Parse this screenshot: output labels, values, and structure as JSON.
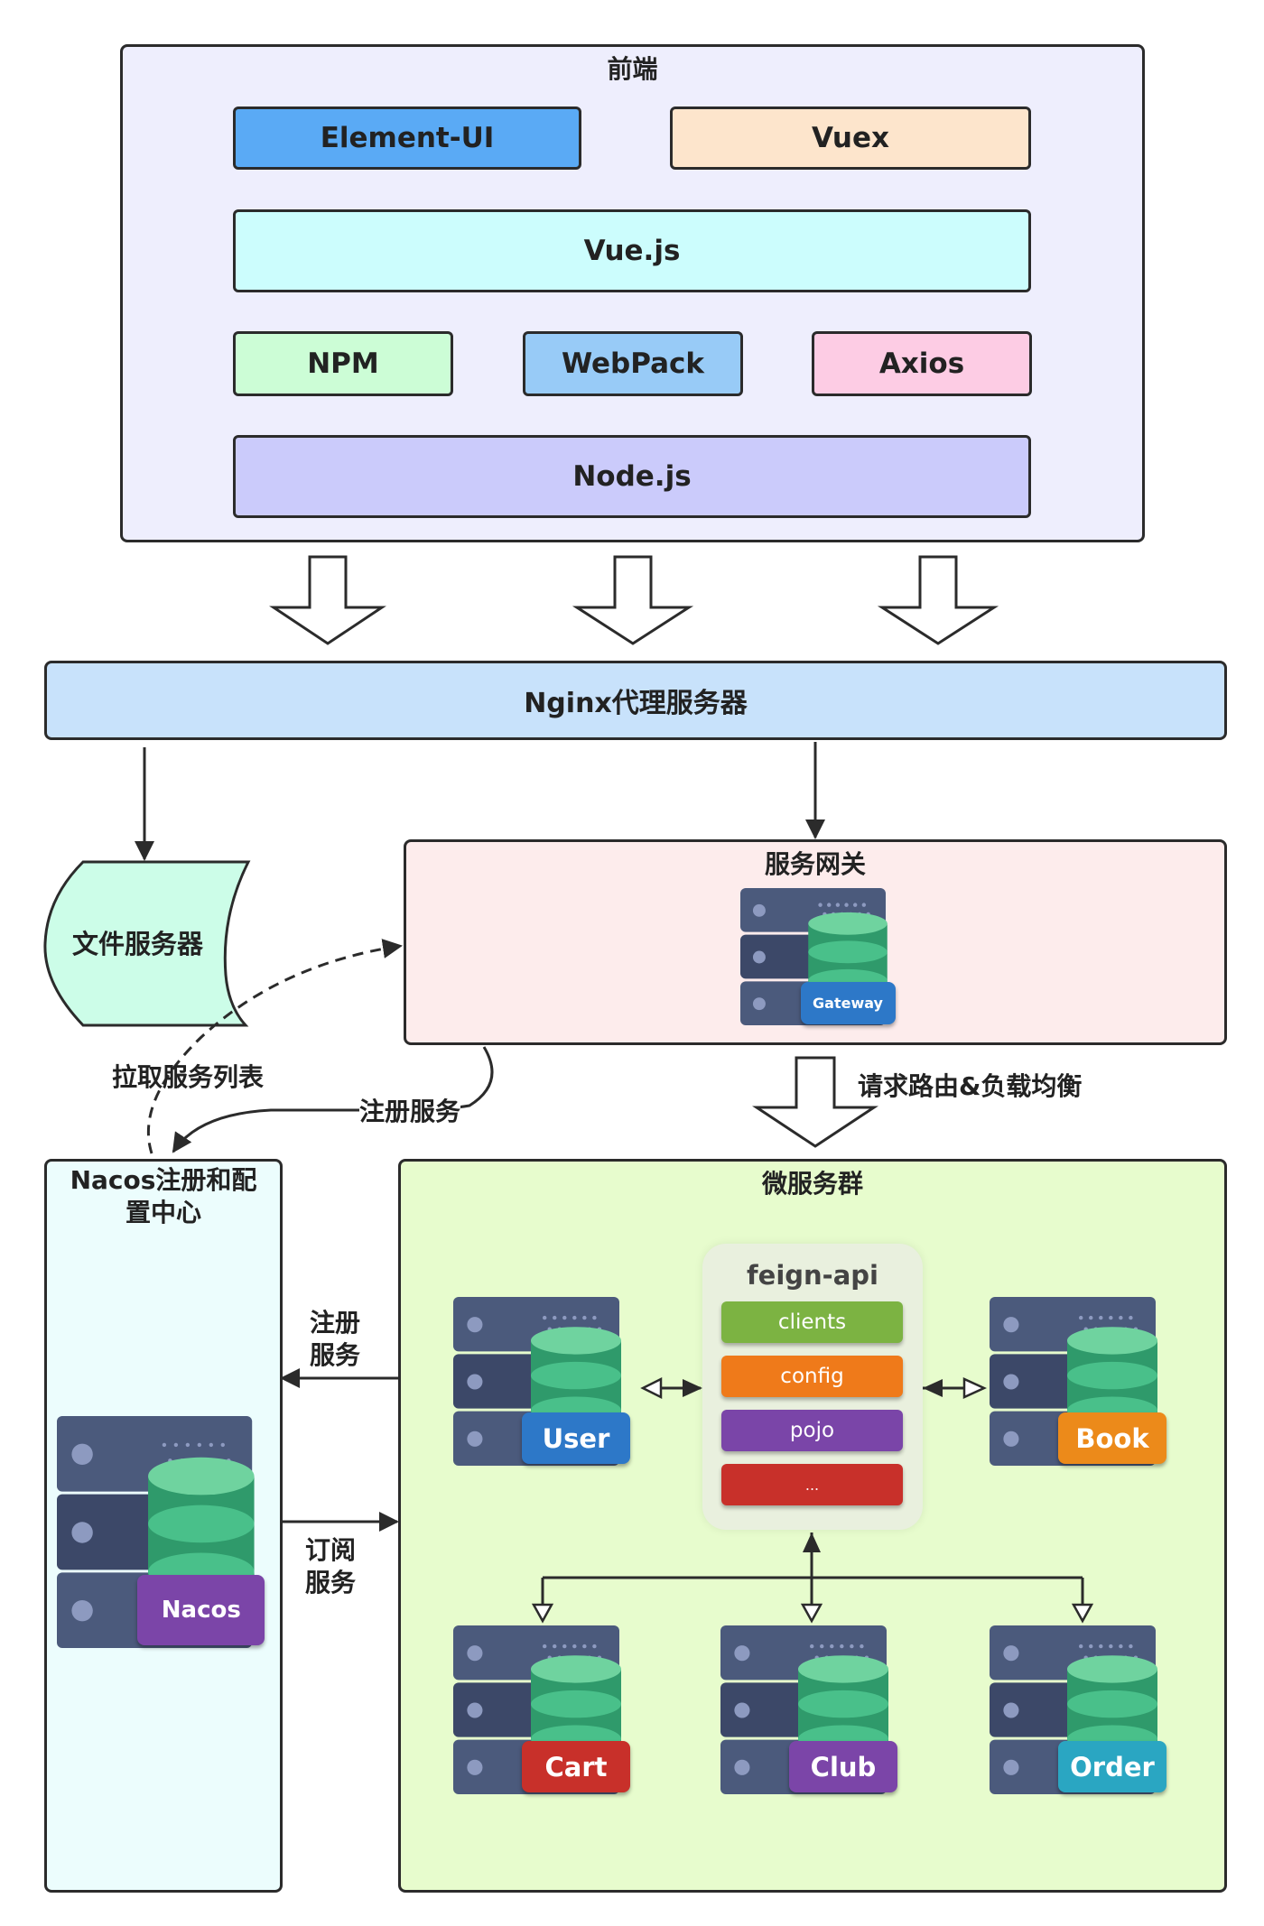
{
  "frontend": {
    "title": "前端",
    "element_ui": "Element-UI",
    "vuex": "Vuex",
    "vuejs": "Vue.js",
    "npm": "NPM",
    "webpack": "WebPack",
    "axios": "Axios",
    "nodejs": "Node.js"
  },
  "nginx": {
    "label": "Nginx代理服务器"
  },
  "file_server": {
    "label": "文件服务器"
  },
  "gateway": {
    "title": "服务网关",
    "server_label": "Gateway"
  },
  "labels": {
    "pull_service_list": "拉取服务列表",
    "register_service": "注册服务",
    "request_routing": "请求路由&负载均衡",
    "register_line1": "注册",
    "register_line2": "服务",
    "subscribe_line1": "订阅",
    "subscribe_line2": "服务"
  },
  "nacos": {
    "title_line1": "Nacos注册和配",
    "title_line2": "置中心",
    "server_label": "Nacos"
  },
  "microservices": {
    "title": "微服务群",
    "feign": {
      "title": "feign-api",
      "items": [
        "clients",
        "config",
        "pojo",
        "..."
      ]
    },
    "servers": {
      "user": "User",
      "book": "Book",
      "cart": "Cart",
      "club": "Club",
      "order": "Order"
    }
  },
  "colors": {
    "frontend_bg": "#eeeefd",
    "element_ui": "#5aaaf5",
    "vuex": "#fde5cc",
    "vuejs": "#ccfdfd",
    "npm": "#ccfdd6",
    "webpack": "#98cbf7",
    "axios": "#fdcce4",
    "nodejs": "#cbcbfb",
    "nginx": "#c8e2fb",
    "file_server": "#ccfde8",
    "gateway_bg": "#fdecec",
    "nacos_bg": "#ecfdfd",
    "micro_bg": "#e7fccd",
    "server_body": "#4b5a7c",
    "db_green": "#49c08a",
    "user": "#2d78c8",
    "book": "#ec8a1a",
    "cart": "#c8302a",
    "club": "#7b45a8",
    "order": "#2aa6c2",
    "nacos": "#7b45a8",
    "feign_clients": "#7cb342",
    "feign_config": "#ef7a1a",
    "feign_pojo": "#7a45a8",
    "feign_more": "#c8302a"
  }
}
